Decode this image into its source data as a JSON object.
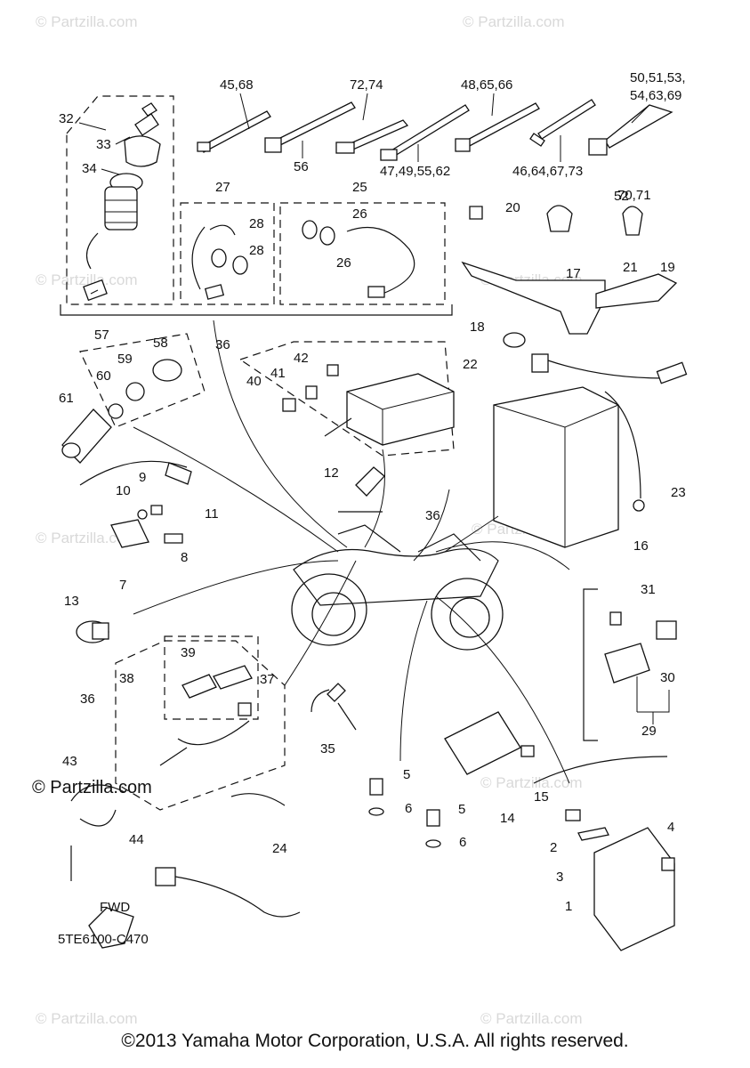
{
  "diagram_code": "5TE6100-C470",
  "copyright": "©2013 Yamaha Motor Corporation, U.S.A. All rights reserved.",
  "brand_mark": "© Partzilla.com",
  "watermark_text": "© Partzilla.com",
  "fwd_label": "FWD",
  "callouts": {
    "c1": "1",
    "c2": "2",
    "c3": "3",
    "c4": "4",
    "c5a": "5",
    "c5b": "5",
    "c6a": "6",
    "c6b": "6",
    "c7": "7",
    "c8": "8",
    "c9": "9",
    "c10": "10",
    "c11": "11",
    "c12": "12",
    "c13": "13",
    "c14": "14",
    "c15": "15",
    "c16": "16",
    "c17": "17",
    "c18": "18",
    "c19": "19",
    "c20": "20",
    "c21": "21",
    "c22": "22",
    "c23": "23",
    "c24": "24",
    "c25": "25",
    "c26a": "26",
    "c26b": "26",
    "c27": "27",
    "c28a": "28",
    "c28b": "28",
    "c29": "29",
    "c30": "30",
    "c31": "31",
    "c32": "32",
    "c33": "33",
    "c34": "34",
    "c35": "35",
    "c36a": "36",
    "c36b": "36",
    "c36c": "36",
    "c37": "37",
    "c38": "38",
    "c39": "39",
    "c40": "40",
    "c41": "41",
    "c42": "42",
    "c43": "43",
    "c44": "44",
    "c45": "45,68",
    "c46": "46,64,67,73",
    "c47": "47,49,55,62",
    "c48": "48,65,66",
    "c50a": "50,51,53,",
    "c50b": "54,63,69",
    "c52": "52",
    "c56": "56",
    "c57": "57",
    "c58": "58",
    "c59": "59",
    "c60": "60",
    "c61": "61",
    "c70": "70,71",
    "c72": "72,74"
  }
}
